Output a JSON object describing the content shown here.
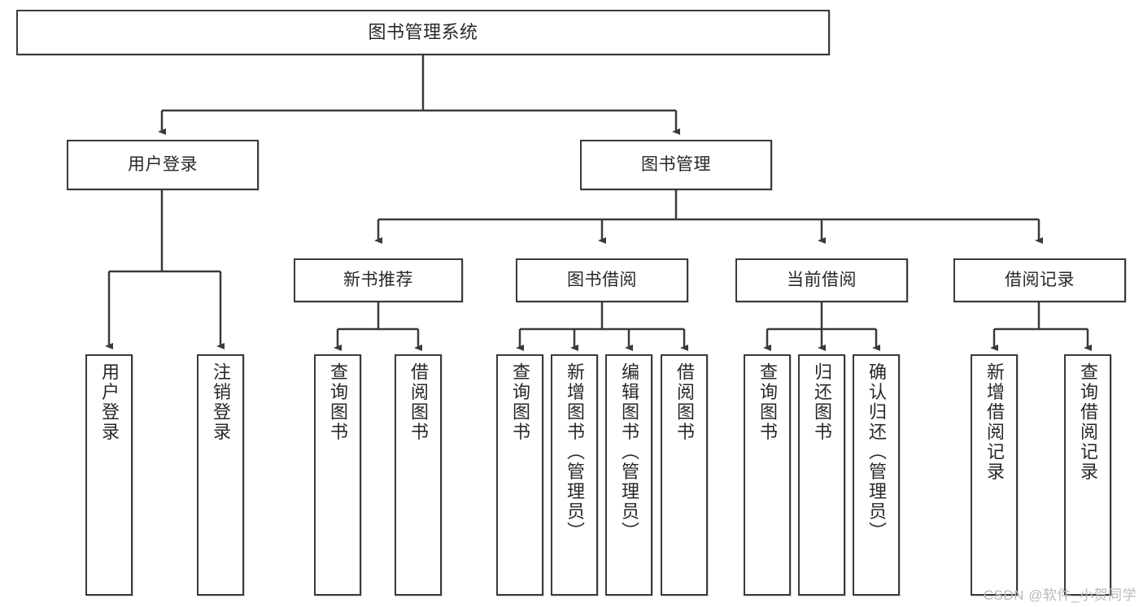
{
  "diagram": {
    "type": "tree",
    "title": "图书管理系统",
    "watermark": "CSDN @软件_小贺同学",
    "colors": {
      "stroke": "#3a3a3c",
      "text": "#28282b",
      "background": "#ffffff",
      "watermark": "#b9b9bb"
    },
    "nodes": {
      "root": {
        "label": "图书管理系统",
        "orientation": "horizontal",
        "level": 0
      },
      "user_login": {
        "label": "用户登录",
        "orientation": "horizontal",
        "level": 1
      },
      "book_manage": {
        "label": "图书管理",
        "orientation": "horizontal",
        "level": 1
      },
      "new_book_rec": {
        "label": "新书推荐",
        "orientation": "horizontal",
        "level": 2
      },
      "book_borrow": {
        "label": "图书借阅",
        "orientation": "horizontal",
        "level": 2
      },
      "current_borrow": {
        "label": "当前借阅",
        "orientation": "horizontal",
        "level": 2
      },
      "borrow_record": {
        "label": "借阅记录",
        "orientation": "horizontal",
        "level": 2
      },
      "leaf_user_login": {
        "label": "用户登录",
        "orientation": "vertical",
        "level": 2
      },
      "leaf_logout": {
        "label": "注销登录",
        "orientation": "vertical",
        "level": 2
      },
      "leaf_query_book_1": {
        "label": "查询图书",
        "orientation": "vertical",
        "level": 3
      },
      "leaf_borrow_book_1": {
        "label": "借阅图书",
        "orientation": "vertical",
        "level": 3
      },
      "leaf_query_book_2": {
        "label": "查询图书",
        "orientation": "vertical",
        "level": 3
      },
      "leaf_add_book": {
        "label": "新增图书（管理员）",
        "orientation": "vertical",
        "level": 3
      },
      "leaf_edit_book": {
        "label": "编辑图书（管理员）",
        "orientation": "vertical",
        "level": 3
      },
      "leaf_borrow_book_2": {
        "label": "借阅图书",
        "orientation": "vertical",
        "level": 3
      },
      "leaf_query_book_3": {
        "label": "查询图书",
        "orientation": "vertical",
        "level": 3
      },
      "leaf_return_book": {
        "label": "归还图书",
        "orientation": "vertical",
        "level": 3
      },
      "leaf_confirm_return": {
        "label": "确认归还（管理员）",
        "orientation": "vertical",
        "level": 3
      },
      "leaf_add_record": {
        "label": "新增借阅记录",
        "orientation": "vertical",
        "level": 3
      },
      "leaf_query_record": {
        "label": "查询借阅记录",
        "orientation": "vertical",
        "level": 3
      }
    },
    "edges": [
      {
        "from": "root",
        "to": "user_login"
      },
      {
        "from": "root",
        "to": "book_manage"
      },
      {
        "from": "user_login",
        "to": "leaf_user_login"
      },
      {
        "from": "user_login",
        "to": "leaf_logout"
      },
      {
        "from": "book_manage",
        "to": "new_book_rec"
      },
      {
        "from": "book_manage",
        "to": "book_borrow"
      },
      {
        "from": "book_manage",
        "to": "current_borrow"
      },
      {
        "from": "book_manage",
        "to": "borrow_record"
      },
      {
        "from": "new_book_rec",
        "to": "leaf_query_book_1"
      },
      {
        "from": "new_book_rec",
        "to": "leaf_borrow_book_1"
      },
      {
        "from": "book_borrow",
        "to": "leaf_query_book_2"
      },
      {
        "from": "book_borrow",
        "to": "leaf_add_book"
      },
      {
        "from": "book_borrow",
        "to": "leaf_edit_book"
      },
      {
        "from": "book_borrow",
        "to": "leaf_borrow_book_2"
      },
      {
        "from": "current_borrow",
        "to": "leaf_query_book_3"
      },
      {
        "from": "current_borrow",
        "to": "leaf_return_book"
      },
      {
        "from": "current_borrow",
        "to": "leaf_confirm_return"
      },
      {
        "from": "borrow_record",
        "to": "leaf_add_record"
      },
      {
        "from": "borrow_record",
        "to": "leaf_query_record"
      }
    ]
  }
}
